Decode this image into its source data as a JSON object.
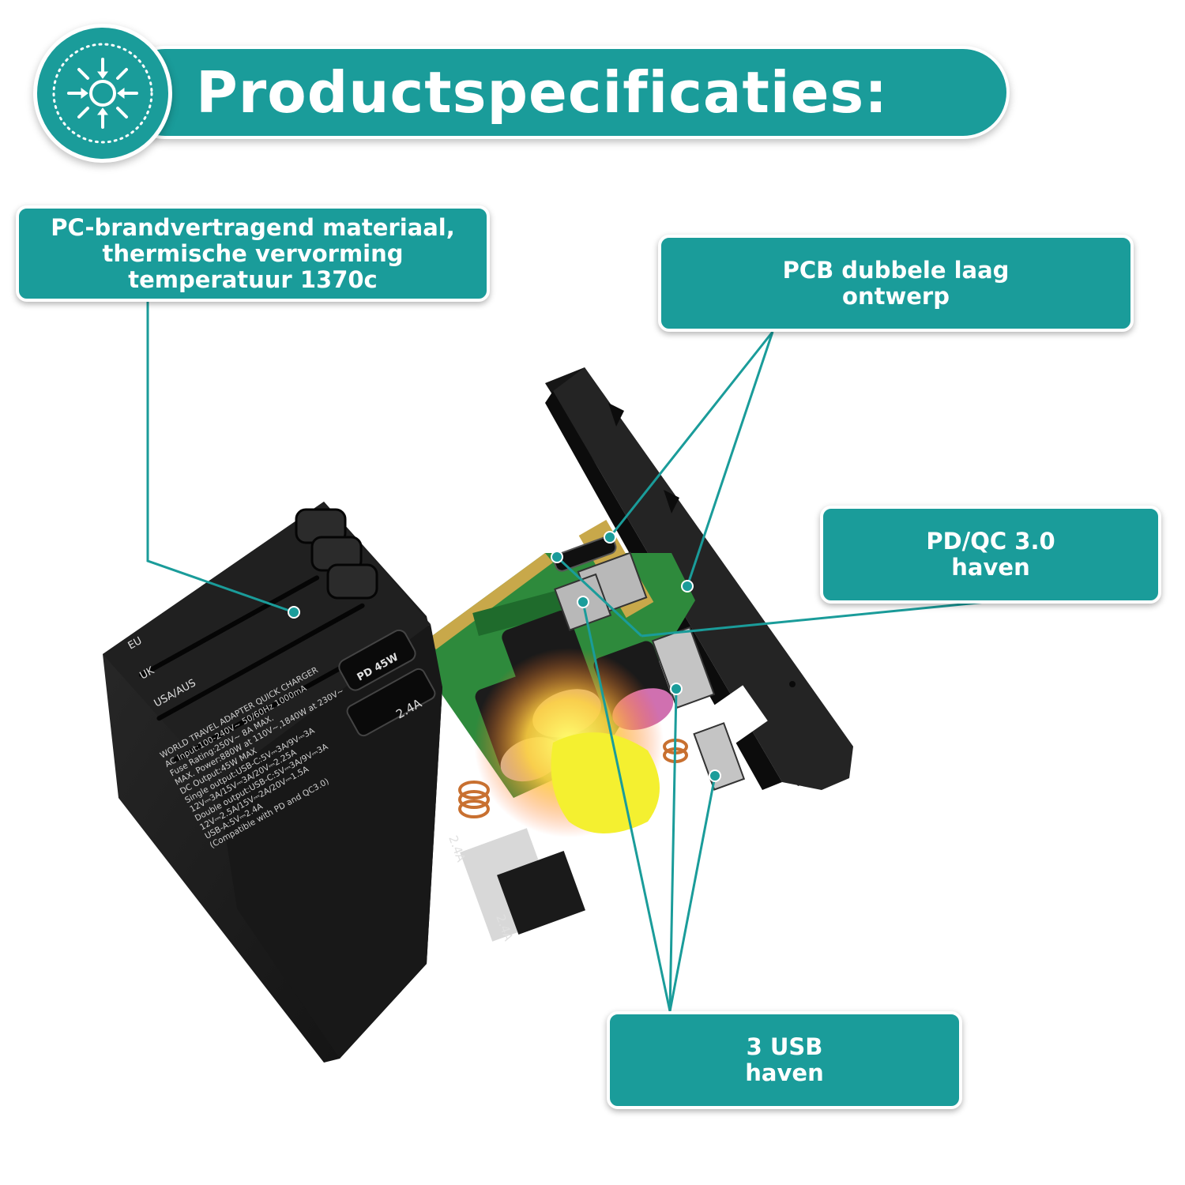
{
  "header": {
    "title": "Productspecificaties:",
    "icon": "sun-arrows-icon"
  },
  "callouts": {
    "material": {
      "lines": [
        "PC-brandvertragend materiaal,",
        "thermische vervorming",
        "temperatuur 1370c"
      ]
    },
    "pcb": {
      "lines": [
        "PCB dubbele laag",
        "ontwerp"
      ]
    },
    "pdqc": {
      "lines": [
        "PD/QC 3.0",
        "haven"
      ]
    },
    "usb": {
      "lines": [
        "3 USB",
        "haven"
      ]
    }
  },
  "product": {
    "slider_labels": [
      "EU",
      "UK",
      "USA/AUS"
    ],
    "port_labels": [
      "PD 45W",
      "2.4A",
      "2.4A",
      "2.4A"
    ],
    "spec_lines": [
      "WORLD TRAVEL ADAPTER QUICK CHARGER",
      "AC Input:100-240V~ 50/60Hz 1000mA",
      "Fuse Rating:250V~ 8A MAX.",
      "MAX. Power:880W at 110V~,1840W at 230V~",
      "DC Output:45W MAX",
      "Single output:USB-C:5V⎓3A/9V⎓3A",
      "12V⎓3A/15V⎓3A/20V⎓2.25A",
      "Double output:USB-C:5V⎓3A/9V⎓3A",
      "12V⎓2.5A/15V⎓2A/20V⎓1.5A",
      "USB-A:5V⎓2.4A",
      "(Compatible with PD and QC3.0)"
    ]
  },
  "colors": {
    "teal": "#1a9c9a",
    "white": "#ffffff",
    "body": "#1c1c1c",
    "pcb": "#2e8a3c",
    "glow": "#f0f030"
  }
}
